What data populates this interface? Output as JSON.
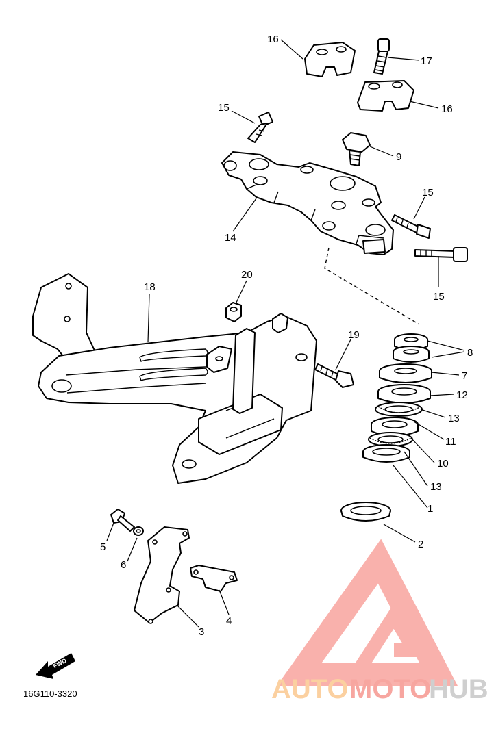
{
  "diagram": {
    "labels": {
      "l16a": "16",
      "l17": "17",
      "l16b": "16",
      "l15a": "15",
      "l9": "9",
      "l15b": "15",
      "l14": "14",
      "l15c": "15",
      "l20": "20",
      "l18": "18",
      "l19": "19",
      "l8": "8",
      "l7": "7",
      "l12": "12",
      "l13a": "13",
      "l11": "11",
      "l10": "10",
      "l13b": "13",
      "l1": "1",
      "l2": "2",
      "l5": "5",
      "l6": "6",
      "l4": "4",
      "l3": "3"
    },
    "fwd_label": "FWD",
    "part_code": "16G110-3320"
  },
  "watermark": {
    "word_a": "AUTO",
    "word_b": "MOTO",
    "word_c": "HUB",
    "colors": {
      "auto": "#fbd0a0",
      "moto": "#f7a6a0",
      "hub": "#cfcfcf",
      "logo": "#f9a9a4"
    }
  }
}
